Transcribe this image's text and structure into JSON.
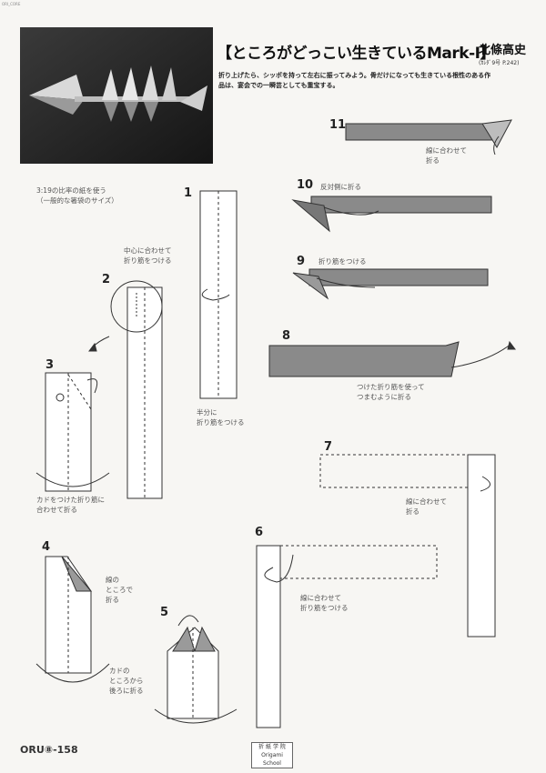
{
  "header": {
    "corner_mark": "ORI_CORE",
    "title": "【ところがどっこい生きているMark-Ⅰ】",
    "author": "北條高史",
    "author_ref": "(ｶﾚﾀﾞ9号 P.242)",
    "intro": "折り上げたら、シッポを持って左右に振ってみよう。骨だけになっても生きている根性のある作品は、宴会での一瞬芸としても重宝する。"
  },
  "steps": {
    "paper_note": "3:19の比率の紙を使う\n（一般的な箸袋のサイズ）",
    "n1": "1",
    "n1_note": "半分に\n折り筋をつける",
    "n2": "2",
    "n2_note": "中心に合わせて\n折り筋をつける",
    "n3": "3",
    "n3_note": "カドをつけた折り筋に\n合わせて折る",
    "n4": "4",
    "n4_note": "線の\nところで\n折る",
    "n5": "5",
    "n5_note": "カドの\nところから\n後ろに折る",
    "n6": "6",
    "n6_note": "線に合わせて\n折り筋をつける",
    "n7": "7",
    "n7_note": "線に合わせて\n折る",
    "n8": "8",
    "n8_note": "つけた折り筋を使って\nつまむように折る",
    "n9": "9",
    "n9_note": "折り筋をつける",
    "n10": "10",
    "n10_note": "反対側に折る",
    "n11": "11",
    "n11_note": "線に合わせて\n折る"
  },
  "footer": {
    "page": "ORU⑧-158",
    "stamp_line1": "折 紙 学 院",
    "stamp_line2": "Origami School"
  },
  "colors": {
    "paper_back": "#8a8a8a",
    "paper_front": "#ffffff",
    "line": "#333333"
  }
}
